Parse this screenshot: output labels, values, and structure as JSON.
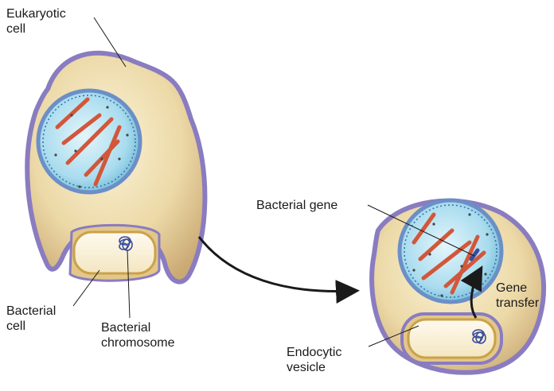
{
  "labels": {
    "eukaryotic_cell": "Eukaryotic\ncell",
    "bacterial_cell": "Bacterial\ncell",
    "bacterial_chromosome": "Bacterial\nchromosome",
    "bacterial_gene": "Bacterial gene",
    "gene_transfer": "Gene\ntransfer",
    "endocytic_vesicle": "Endocytic\nvesicle"
  },
  "colors": {
    "cytoplasm": "#ead8a8",
    "membrane": "#8a7cc0",
    "nucleus": "#9fd4ea",
    "chromosome": "#d2573a",
    "bacterium_fill": "#fbf3d9",
    "bacterium_wall": "#c9a24a",
    "arrow": "#1a1a1a"
  }
}
